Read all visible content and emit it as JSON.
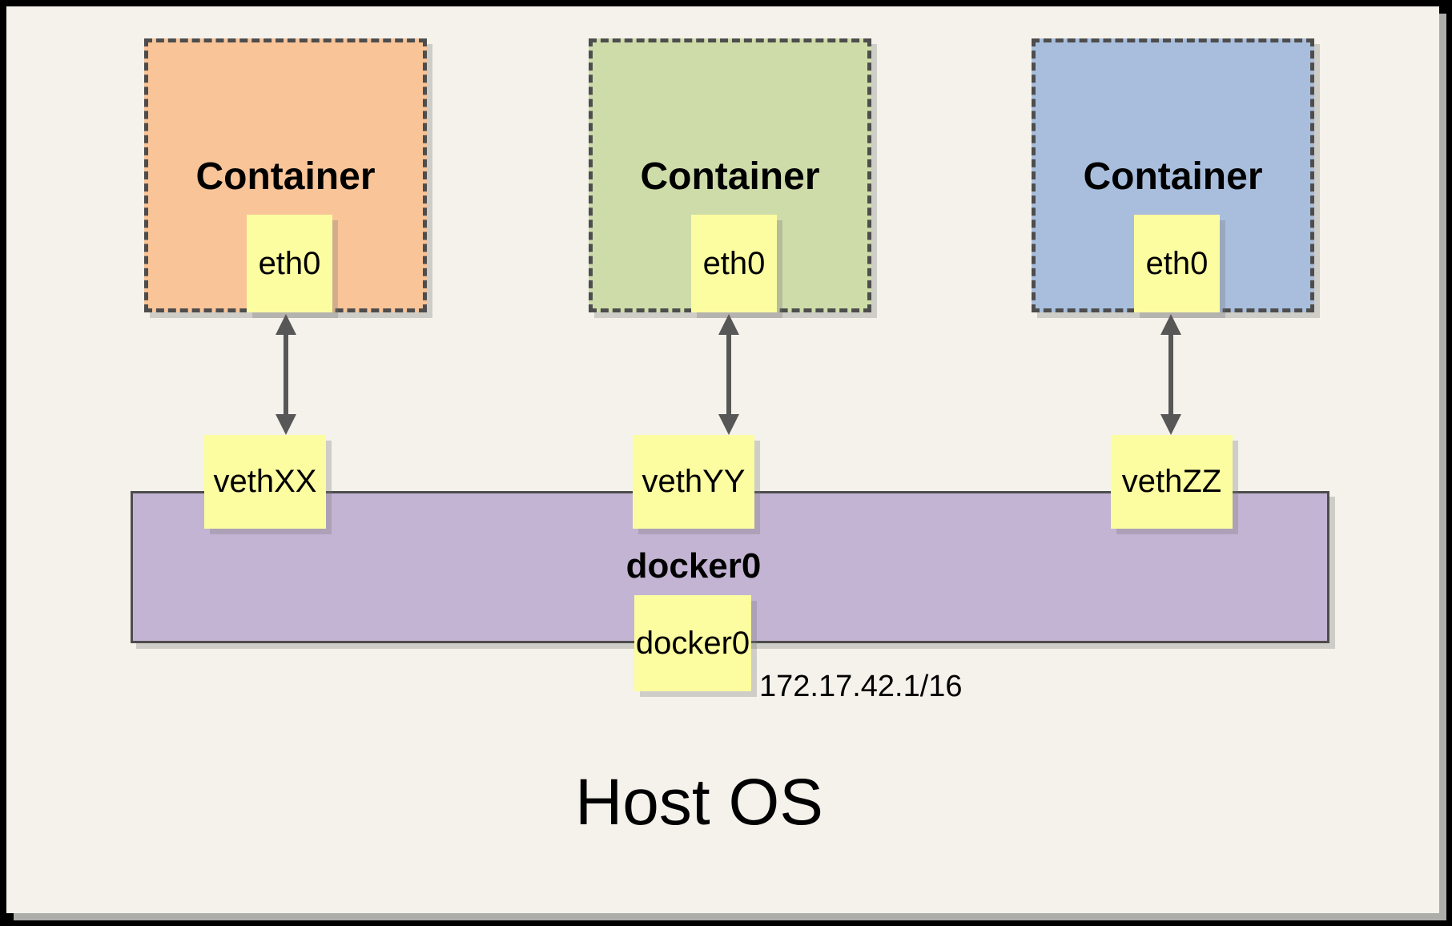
{
  "frame": {
    "page_background": "#F4F2EB",
    "border_color": "#000000",
    "shadow_color": "#ADADA9"
  },
  "containers": [
    {
      "title": "Container",
      "eth_label": "eth0",
      "veth_label": "vethXX",
      "fill": "#F8C498"
    },
    {
      "title": "Container",
      "eth_label": "eth0",
      "veth_label": "vethYY",
      "fill": "#CEDCA9"
    },
    {
      "title": "Container",
      "eth_label": "eth0",
      "veth_label": "vethZZ",
      "fill": "#A8BEDC"
    }
  ],
  "bridge": {
    "title": "docker0",
    "interface_label": "docker0",
    "ip_address": "172.17.42.1/16",
    "fill": "#C3B4D3"
  },
  "host": {
    "title": "Host OS"
  },
  "accents": {
    "note_fill": "#FCFCA0",
    "dashed_line_color": "#4D4D4D",
    "arrow_color": "#575757"
  }
}
